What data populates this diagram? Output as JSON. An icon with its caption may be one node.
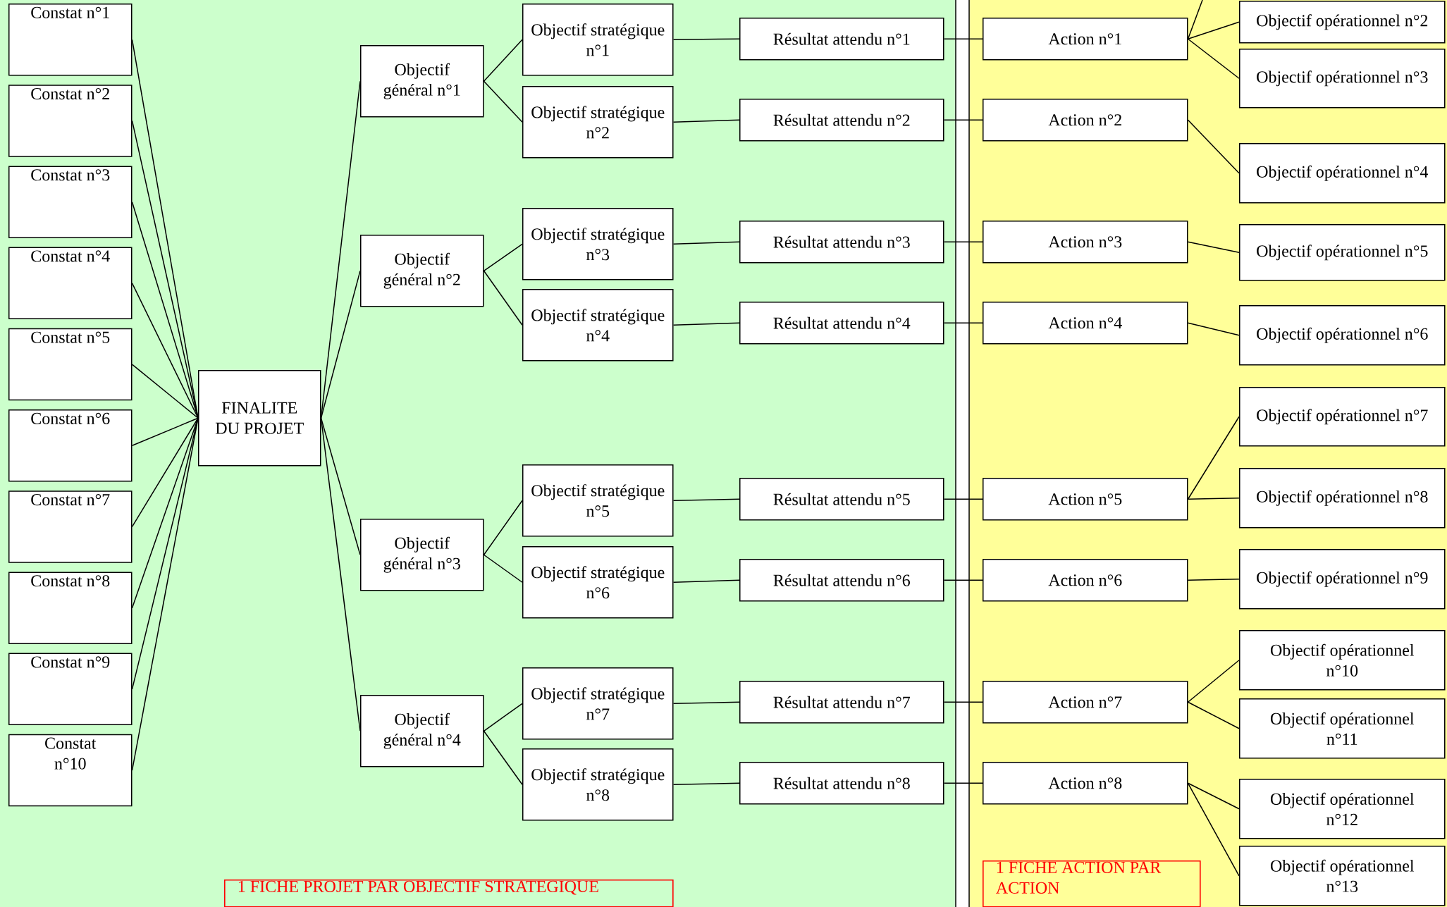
{
  "diagram": {
    "nodes": [
      {
        "text": [
          "Constat n°1"
        ]
      },
      {
        "text": [
          "Constat n°2"
        ]
      },
      {
        "text": [
          "Constat n°3"
        ]
      },
      {
        "text": [
          "Constat n°4"
        ]
      },
      {
        "text": [
          "Constat n°5"
        ]
      },
      {
        "text": [
          "Constat n°6"
        ]
      },
      {
        "text": [
          "Constat n°7"
        ]
      },
      {
        "text": [
          "Constat n°8"
        ]
      },
      {
        "text": [
          "Constat n°9"
        ]
      },
      {
        "text": [
          "Constat n°10"
        ]
      },
      {
        "text": [
          "FINALITE DU PROJET"
        ]
      },
      {
        "text": [
          "Objectif général n°1"
        ]
      },
      {
        "text": [
          "Objectif général n°2"
        ]
      },
      {
        "text": [
          "Objectif général n°3"
        ]
      },
      {
        "text": [
          "Objectif général n°4"
        ]
      },
      {
        "text": [
          "Objectif stratégique n°1"
        ]
      },
      {
        "text": [
          "Objectif stratégique n°2"
        ]
      },
      {
        "text": [
          "Objectif stratégique n°3"
        ]
      },
      {
        "text": [
          "Objectif stratégique n°4"
        ]
      },
      {
        "text": [
          "Objectif stratégique n°5"
        ]
      },
      {
        "text": [
          "Objectif stratégique n°6"
        ]
      },
      {
        "text": [
          "Objectif stratégique n°7"
        ]
      },
      {
        "text": [
          "Objectif stratégique n°8"
        ]
      },
      {
        "text": [
          "Résultat attendu n°1"
        ]
      },
      {
        "text": [
          "Résultat attendu n°2"
        ]
      },
      {
        "text": [
          "Résultat attendu n°3"
        ]
      },
      {
        "text": [
          "Résultat attendu n°4"
        ]
      },
      {
        "text": [
          "Résultat attendu n°5"
        ]
      },
      {
        "text": [
          "Résultat attendu n°6"
        ]
      },
      {
        "text": [
          "Résultat attendu n°7"
        ]
      },
      {
        "text": [
          "Résultat attendu n°8"
        ]
      },
      {
        "text": [
          "Action n°1"
        ]
      },
      {
        "text": [
          "Action n°2"
        ]
      },
      {
        "text": [
          "Action n°3"
        ]
      },
      {
        "text": [
          "Action n°4"
        ]
      },
      {
        "text": [
          "Action n°5"
        ]
      },
      {
        "text": [
          "Action n°6"
        ]
      },
      {
        "text": [
          "Action n°7"
        ]
      },
      {
        "text": [
          "Action n°8"
        ]
      },
      {
        "text": [
          "Objectif opérationnel n°2"
        ]
      },
      {
        "text": [
          "Objectif opérationnel n°3"
        ]
      },
      {
        "text": [
          "Objectif opérationnel n°4"
        ]
      },
      {
        "text": [
          "Objectif opérationnel n°5"
        ]
      },
      {
        "text": [
          "Objectif opérationnel n°6"
        ]
      },
      {
        "text": [
          "Objectif opérationnel n°7"
        ]
      },
      {
        "text": [
          "Objectif opérationnel n°8"
        ]
      },
      {
        "text": [
          "Objectif opérationnel n°9"
        ]
      },
      {
        "text": [
          "Objectif opérationnel n°10"
        ]
      },
      {
        "text": [
          "Objectif opérationnel n°11"
        ]
      },
      {
        "text": [
          "Objectif opérationnel n°12"
        ]
      },
      {
        "text": [
          "Objectif opérationnel n°13"
        ]
      },
      {
        "text": [
          "1 FICHE PROJET PAR OBJECTIF STRATEGIQUE"
        ]
      },
      {
        "text": [
          "1 FICHE ACTION PAR ACTION"
        ]
      }
    ],
    "edges": [
      {
        "from": 0,
        "to": 10,
        "arrow": "none"
      },
      {
        "from": 1,
        "to": 10,
        "arrow": "none"
      },
      {
        "from": 2,
        "to": 10,
        "arrow": "none"
      },
      {
        "from": 3,
        "to": 10,
        "arrow": "none"
      },
      {
        "from": 4,
        "to": 10,
        "arrow": "none"
      },
      {
        "from": 5,
        "to": 10,
        "arrow": "none"
      },
      {
        "from": 6,
        "to": 10,
        "arrow": "none"
      },
      {
        "from": 7,
        "to": 10,
        "arrow": "none"
      },
      {
        "from": 8,
        "to": 10,
        "arrow": "none"
      },
      {
        "from": 9,
        "to": 10,
        "arrow": "none"
      },
      {
        "from": 10,
        "to": 11,
        "arrow": "none"
      },
      {
        "from": 10,
        "to": 12,
        "arrow": "none"
      },
      {
        "from": 10,
        "to": 13,
        "arrow": "none"
      },
      {
        "from": 10,
        "to": 14,
        "arrow": "none"
      },
      {
        "from": 11,
        "to": 15,
        "arrow": "none"
      },
      {
        "from": 11,
        "to": 16,
        "arrow": "none"
      },
      {
        "from": 12,
        "to": 17,
        "arrow": "none"
      },
      {
        "from": 12,
        "to": 18,
        "arrow": "none"
      },
      {
        "from": 13,
        "to": 19,
        "arrow": "none"
      },
      {
        "from": 13,
        "to": 20,
        "arrow": "none"
      },
      {
        "from": 14,
        "to": 21,
        "arrow": "none"
      },
      {
        "from": 14,
        "to": 22,
        "arrow": "none"
      },
      {
        "from": 15,
        "to": 23,
        "arrow": "none"
      },
      {
        "from": 16,
        "to": 24,
        "arrow": "none"
      },
      {
        "from": 17,
        "to": 25,
        "arrow": "none"
      },
      {
        "from": 18,
        "to": 26,
        "arrow": "none"
      },
      {
        "from": 19,
        "to": 27,
        "arrow": "none"
      },
      {
        "from": 20,
        "to": 28,
        "arrow": "none"
      },
      {
        "from": 21,
        "to": 29,
        "arrow": "none"
      },
      {
        "from": 22,
        "to": 30,
        "arrow": "none"
      },
      {
        "from": 23,
        "to": 31,
        "arrow": "none"
      },
      {
        "from": 24,
        "to": 32,
        "arrow": "none"
      },
      {
        "from": 25,
        "to": 33,
        "arrow": "none"
      },
      {
        "from": 26,
        "to": 34,
        "arrow": "none"
      },
      {
        "from": 27,
        "to": 35,
        "arrow": "none"
      },
      {
        "from": 28,
        "to": 36,
        "arrow": "none"
      },
      {
        "from": 29,
        "to": 37,
        "arrow": "none"
      },
      {
        "from": 30,
        "to": 38,
        "arrow": "none"
      },
      {
        "from": 31,
        "to": null,
        "arrow": "none"
      },
      {
        "from": 31,
        "to": 39,
        "arrow": "none"
      },
      {
        "from": 31,
        "to": 40,
        "arrow": "none"
      },
      {
        "from": 32,
        "to": 41,
        "arrow": "none"
      },
      {
        "from": 33,
        "to": 42,
        "arrow": "none"
      },
      {
        "from": 34,
        "to": 43,
        "arrow": "none"
      },
      {
        "from": 35,
        "to": 44,
        "arrow": "none"
      },
      {
        "from": 35,
        "to": 45,
        "arrow": "none"
      },
      {
        "from": 36,
        "to": 46,
        "arrow": "none"
      },
      {
        "from": 37,
        "to": 47,
        "arrow": "none"
      },
      {
        "from": 37,
        "to": 48,
        "arrow": "none"
      },
      {
        "from": 38,
        "to": 49,
        "arrow": "none"
      },
      {
        "from": 38,
        "to": 50,
        "arrow": "none"
      }
    ]
  }
}
